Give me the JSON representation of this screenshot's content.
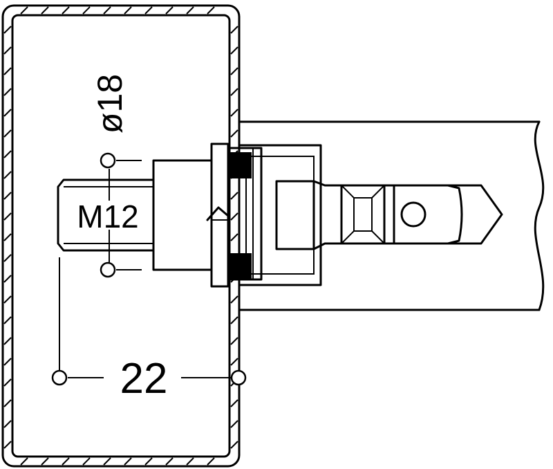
{
  "labels": {
    "diameter": "ø18",
    "thread": "M12",
    "width": "22"
  },
  "colors": {
    "line": "#000000",
    "background": "#ffffff"
  }
}
